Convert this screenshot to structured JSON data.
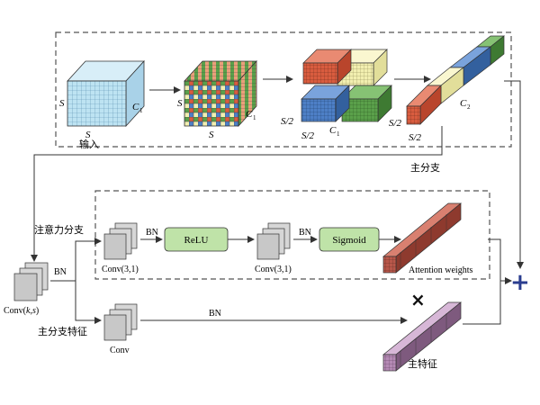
{
  "labels": {
    "input_cn": "输入",
    "main_branch": "主分支",
    "attention_branch": "注意力分支",
    "main_branch_feature": "主分支特征",
    "main_feature": "主特征",
    "attention_weights": "Attention weights",
    "relu": "ReLU",
    "sigmoid": "Sigmoid",
    "bn1": "BN",
    "bn2": "BN",
    "bn3": "BN",
    "bn4": "BN",
    "conv31_a": "Conv(3,1)",
    "conv31_b": "Conv(3,1)",
    "conv": "Conv",
    "conv_ks_prefix": "Conv(",
    "conv_ks_k": "k",
    "conv_ks_comma": ",",
    "conv_ks_s": "s",
    "conv_ks_suffix": ")",
    "s_a": "S",
    "s_b": "S",
    "s_c": "S",
    "s_d": "S",
    "c1_a": "C",
    "c1_a_sub": "1",
    "c1_b": "C",
    "c1_b_sub": "1",
    "c1_c": "C",
    "c1_c_sub": "1",
    "c2": "C",
    "c2_sub": "2",
    "s2_a": "S/2",
    "s2_b": "S/2",
    "s2_c": "S/2",
    "s2_d": "S/2",
    "plus": "+",
    "times": "×"
  },
  "colors": {
    "dashed_border": "#555555",
    "arrow": "#333333",
    "input_cube": "#bde3f2",
    "cube_red": "#d95c3f",
    "cube_yellow": "#f2efb0",
    "cube_blue": "#4d7fc6",
    "cube_green": "#5aa04a",
    "relu_box": "#bfe3a8",
    "sigmoid_box": "#bfe3a8",
    "attention_bar": "#b9574a",
    "main_feature_bar": "#b58ab5",
    "conv_block": "#c8c8c8",
    "operator": "#2a3d8f"
  }
}
